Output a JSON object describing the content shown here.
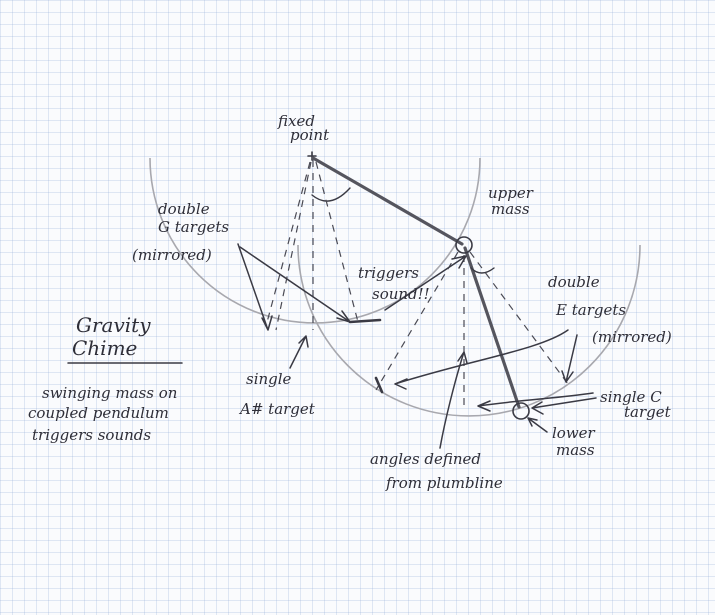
{
  "colors": {
    "paper": "#fafbfd",
    "grid": "#96afd7",
    "ink": "#3a3a44",
    "swing_arc": "#a8a8ae"
  },
  "title": {
    "line1": "Gravity",
    "line2": "Chime"
  },
  "description": [
    "swinging mass on",
    "coupled pendulum",
    "triggers sounds"
  ],
  "labels": {
    "fixed_point": [
      "fixed",
      "point"
    ],
    "upper_mass": [
      "upper",
      "mass"
    ],
    "lower_mass": [
      "lower",
      "mass"
    ],
    "double_g": [
      "double",
      "G targets",
      "(mirrored)"
    ],
    "double_e": [
      "double",
      "E targets",
      "(mirrored)"
    ],
    "triggers_sound": [
      "triggers",
      "sound!!"
    ],
    "single_a_sharp": [
      "single",
      "A# target"
    ],
    "single_c": [
      "single C",
      "target"
    ],
    "angles_note": [
      "angles defined",
      "from plumbline"
    ]
  }
}
